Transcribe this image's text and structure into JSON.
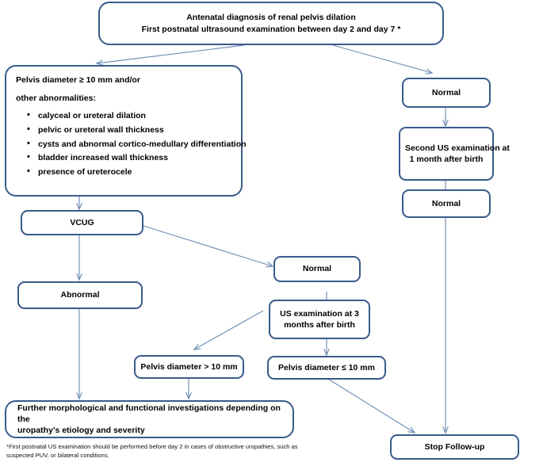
{
  "diagram": {
    "title": "Antenatal diagnosis of renal pelvis dilation flowchart",
    "colors": {
      "border": "#3a5a8c",
      "arrow": "#6f8fb5",
      "background": "#ffffff",
      "text": "#000000"
    },
    "nodes": {
      "start": {
        "name": "start-box",
        "line1": "Antenatal diagnosis of renal pelvis dilation",
        "line2": "First postnatal ultrasound examination between day 2 and day 7 *"
      },
      "criteria": {
        "name": "criteria-box",
        "heading": "Pelvis diameter ≥ 10 mm and/or",
        "subheading": "other abnormalities:",
        "bullets": [
          "calyceal or ureteral dilation",
          "pelvic or ureteral wall thickness",
          "cysts and abnormal cortico-medullary differentiation",
          "bladder increased wall thickness",
          "presence of ureterocele"
        ]
      },
      "normal_right_1": {
        "name": "normal-right-1",
        "label": "Normal"
      },
      "second_us": {
        "name": "second-us-box",
        "line1": "Second US examination at",
        "line2": "1 month after birth"
      },
      "normal_right_2": {
        "name": "normal-right-2",
        "label": "Normal"
      },
      "vcug": {
        "name": "vcug-box",
        "label": "VCUG"
      },
      "normal_mid": {
        "name": "normal-mid",
        "label": "Normal"
      },
      "abnormal": {
        "name": "abnormal-box",
        "label": "Abnormal"
      },
      "us_3months": {
        "name": "us-3-months-box",
        "line1": "US examination at 3",
        "line2": "months after birth"
      },
      "pelvis_gt": {
        "name": "pelvis-greater-box",
        "label": "Pelvis diameter > 10 mm"
      },
      "pelvis_le": {
        "name": "pelvis-less-equal-box",
        "label": "Pelvis diameter  ≤ 10 mm"
      },
      "further": {
        "name": "further-investigations-box",
        "line1": "Further morphological and functional investigations depending on the",
        "line2": "uropathy’s etiology and severity"
      },
      "stop": {
        "name": "stop-follow-up-box",
        "label": "Stop Follow-up"
      }
    },
    "footnote": {
      "name": "footnote-text",
      "line1": "*First postnatal US examination should be performed before day 2 in cases of obstructive uropathies, such as",
      "line2": "suspected PUV, or bilateral conditions."
    }
  }
}
